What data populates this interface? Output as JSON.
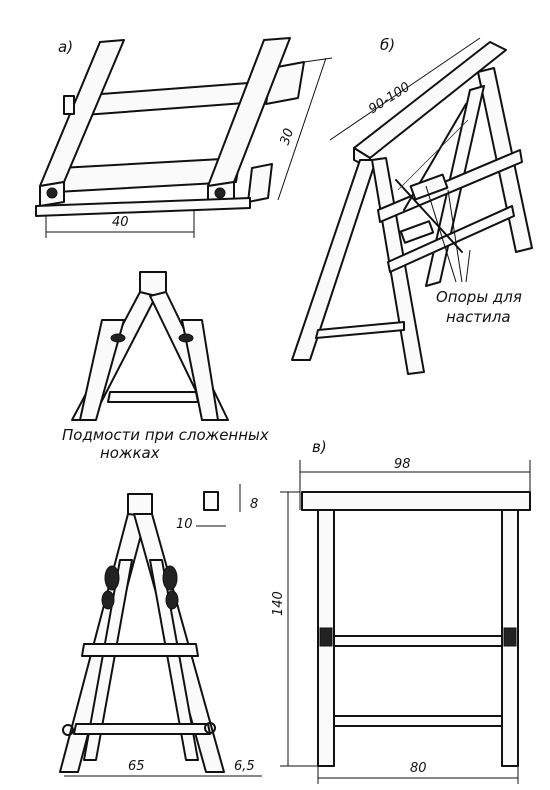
{
  "labels": {
    "panel_a": "а)",
    "panel_b": "б)",
    "panel_v": "в)",
    "supports_line1": "Опоры для",
    "supports_line2": "настила",
    "folded_line1": "Подмости при сложенных",
    "folded_line2": "ножках"
  },
  "dimensions": {
    "a_width": "40",
    "a_depth": "30",
    "b_length": "90-100",
    "c_top": "98",
    "c_height": "140",
    "c_base": "80",
    "d_base": "65",
    "d_leg": "6,5",
    "d_sect_w": "10",
    "d_sect_h": "8"
  }
}
